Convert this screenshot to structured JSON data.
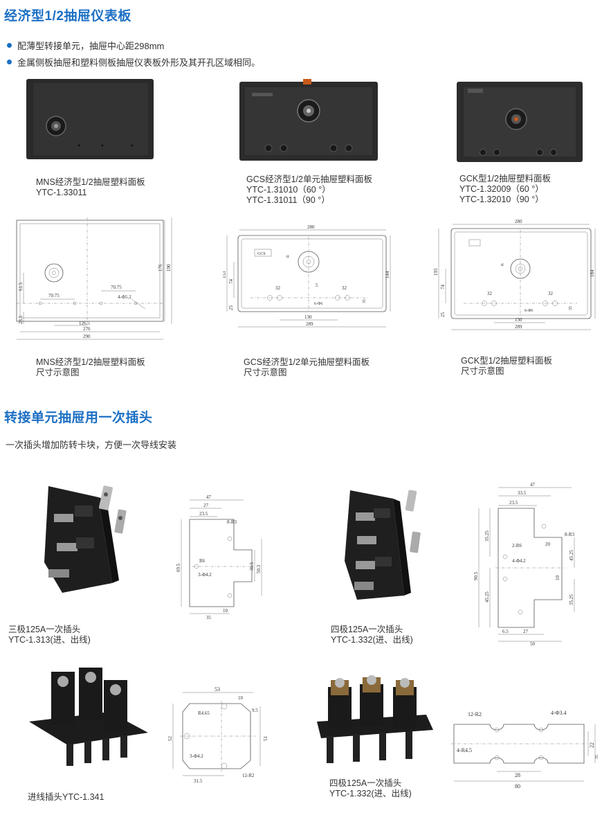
{
  "section1": {
    "title": "经济型1/2抽屉仪表板",
    "bullets": [
      "配薄型转接单元，抽屉中心距298mm",
      "金属侧板抽屉和塑料侧板抽屉仪表板外形及其开孔区域相同。"
    ]
  },
  "panels": [
    {
      "line1": "MNS经济型1/2抽屉塑料面板",
      "line2": "YTC-1.33011",
      "line3": ""
    },
    {
      "line1": "GCS经济型1/2单元抽屉塑料面板",
      "line2": "YTC-1.31010（60 °）",
      "line3": "YTC-1.31011（90 °）"
    },
    {
      "line1": "GCK型1/2抽屉塑料面板",
      "line2": "YTC-1.32009（60 °）",
      "line3": "YTC-1.32010（90 °）"
    }
  ],
  "dim_captions": [
    {
      "line1": "MNS经济型1/2抽屉塑料面板",
      "line2": "尺寸示意图"
    },
    {
      "line1": "GCS经济型1/2单元抽屉塑料面板",
      "line2": "尺寸示意图"
    },
    {
      "line1": "GCK型1/2抽屉塑料面板",
      "line2": "尺寸示意图"
    }
  ],
  "mns_dims": {
    "w290": "290",
    "w276": "276",
    "w126": "126.5",
    "h190": "190",
    "h176": "176",
    "h61": "61.5",
    "h28": "28.5",
    "d7075a": "70.75",
    "d7075b": "70.75",
    "holes": "4-Φ5.2"
  },
  "gcs_dims": {
    "w280": "280",
    "w289": "289",
    "w130": "130",
    "h153": "153",
    "h144": "144",
    "h74": "74",
    "h25": "25",
    "d32a": "32",
    "d32b": "32",
    "d5": "5",
    "d35": "35",
    "holes": "6-Φ6",
    "label": "GCS",
    "alpha": "α"
  },
  "gck_dims": {
    "w280": "280",
    "w289": "289",
    "w130": "130",
    "h193": "193",
    "h184": "184",
    "h74": "74",
    "h25": "25",
    "d32a": "32",
    "d32b": "32",
    "d35": "35",
    "holes": "6-Φ6",
    "alpha": "α"
  },
  "section2": {
    "title": "转接单元抽屉用一次插头",
    "intro": "一次插头增加防转卡块，方便一次导线安装"
  },
  "plugs": [
    {
      "line1": "三极125A一次插头",
      "line2": "YTC-1.313(进、出线)"
    },
    {
      "line1": "四极125A一次插头",
      "line2": "YTC-1.332(进、出线)"
    },
    {
      "line1": "进线插头YTC-1.341",
      "line2": ""
    },
    {
      "line1": "四极125A一次插头",
      "line2": "YTC-1.332(进、出线)"
    }
  ],
  "p3_dims": {
    "d47": "47",
    "d27": "27",
    "d23": "23.5",
    "r3": "8-R3",
    "r6": "R6",
    "h69": "69.5",
    "h30": "30.5",
    "h50": "50.3",
    "holes": "3-Φ4.2",
    "d35": "35",
    "d10": "10"
  },
  "p4_dims": {
    "d47": "47",
    "d33": "33.5",
    "d23": "23.5",
    "r6": "2-R6",
    "r3": "8-R3",
    "h35a": "35.25",
    "h90": "90.5",
    "h45a": "45.25",
    "h45b": "45.25",
    "h35b": "35.25",
    "holes": "4-Φ4.2",
    "d20": "20",
    "d10": "10",
    "d6": "6.5",
    "d27": "27",
    "d50": "50"
  },
  "in_dims": {
    "d53": "53",
    "d10": "10",
    "d9": "9.5",
    "r4": "R4.65",
    "h52": "52",
    "h51": "51",
    "holes": "3-Φ4.2",
    "d31": "31.5",
    "r2": "12-R2"
  },
  "strip_dims": {
    "r2": "12-R2",
    "holes": "4-Φ3.4",
    "r4": "4-R4.5",
    "d28": "28",
    "d80": "80",
    "h22": "22",
    "h35": "35"
  }
}
